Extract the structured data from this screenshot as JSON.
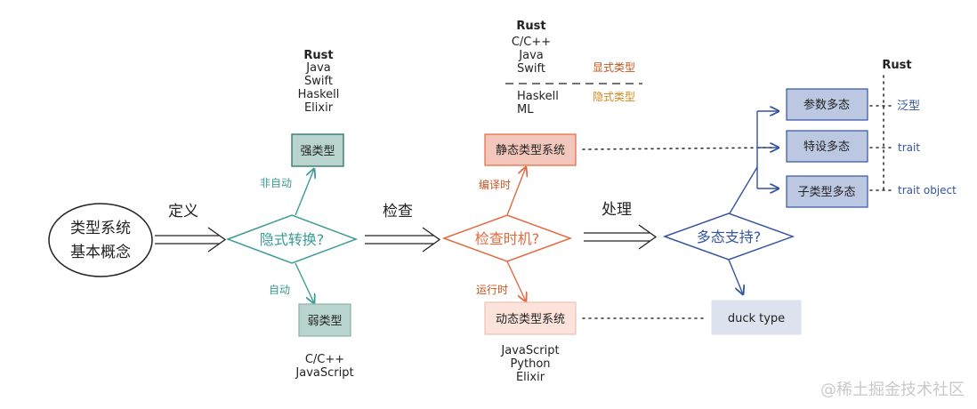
{
  "root": {
    "line1": "类型系统",
    "line2": "基本概念"
  },
  "steps": {
    "define": "定义",
    "check": "检查",
    "handle": "处理"
  },
  "implicit_conversion": {
    "label": "隐式转换?",
    "non_auto": "非自动",
    "auto": "自动",
    "strong": {
      "label": "强类型",
      "langs": [
        "Rust",
        "Java",
        "Swift",
        "Haskell",
        "Elixir"
      ]
    },
    "weak": {
      "label": "弱类型",
      "langs": [
        "C/C++",
        "JavaScript"
      ]
    }
  },
  "check_timing": {
    "label": "检查时机?",
    "compile_time": "编译时",
    "run_time": "运行时",
    "static": {
      "label": "静态类型系统",
      "explicit_langs": [
        "Rust",
        "C/C++",
        "Java",
        "Swift"
      ],
      "explicit_label": "显式类型",
      "implicit_langs": [
        "Haskell",
        "ML"
      ],
      "implicit_label": "隐式类型"
    },
    "dynamic": {
      "label": "动态类型系统",
      "langs": [
        "JavaScript",
        "Python",
        "Elixir"
      ]
    }
  },
  "polymorphism": {
    "label": "多态支持?",
    "rust_label": "Rust",
    "items": [
      {
        "label": "参数多态",
        "rust": "泛型"
      },
      {
        "label": "特设多态",
        "rust": "trait"
      },
      {
        "label": "子类型多态",
        "rust": "trait object"
      }
    ],
    "duck": "duck type"
  },
  "watermark": "@稀土掘金技术社区",
  "colors": {
    "teal": "#3a9b93",
    "teal_fill": "#b9d3ce",
    "orange": "#e4683f",
    "orange_fill": "#f3c6bb",
    "orange_text": "#c4541f",
    "blue": "#34549e",
    "blue_fill": "#bcc7e2",
    "duck_fill": "#dde2ef"
  }
}
